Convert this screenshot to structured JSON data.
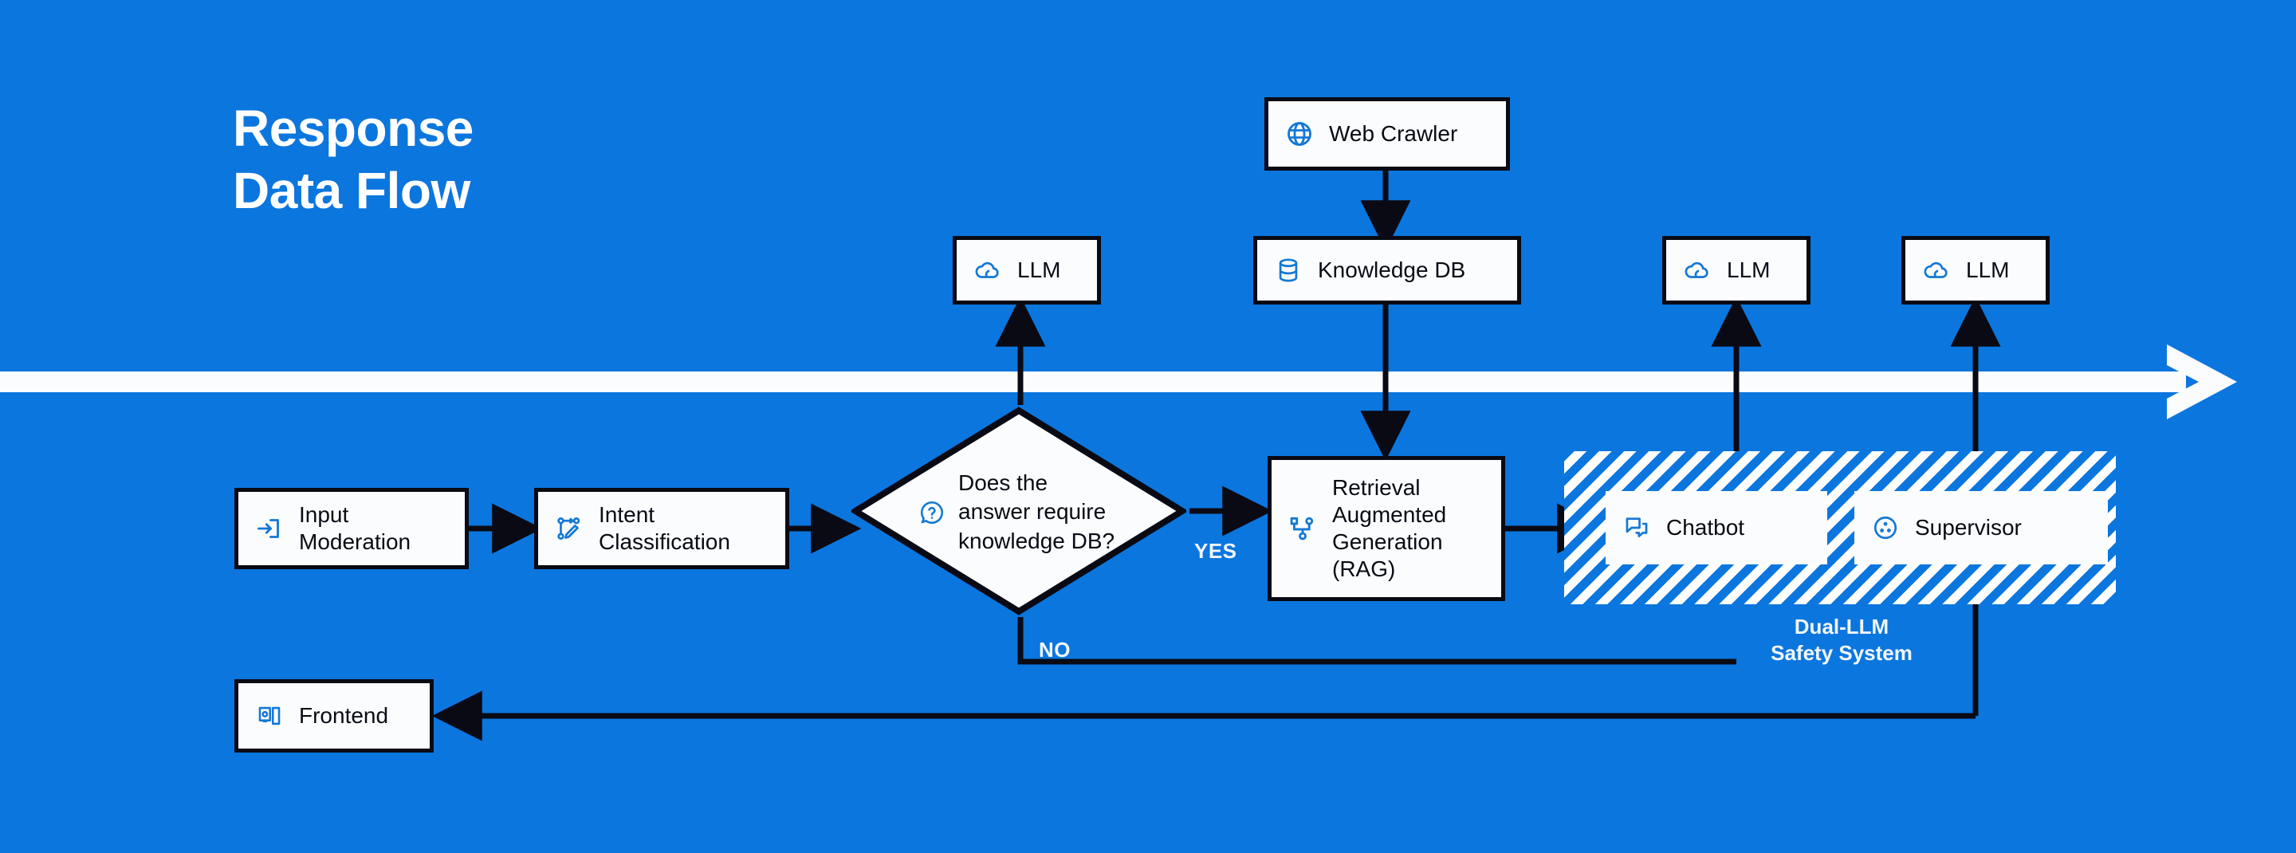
{
  "title": "Response\nData Flow",
  "theme": {
    "background_blue": "#0b76de",
    "node_fill": "#fbfcfe",
    "node_stroke": "#0a0a14",
    "icon_blue": "#1478d4",
    "label_white": "#f2f7fc"
  },
  "flow_band": {
    "name": "response-direction-arrow"
  },
  "nodes": {
    "web_crawler": {
      "label": "Web Crawler",
      "icon": "globe-icon"
    },
    "knowledge_db": {
      "label": "Knowledge DB",
      "icon": "database-icon"
    },
    "llm_left": {
      "label": "LLM",
      "icon": "cloud-icon"
    },
    "llm_chatbot": {
      "label": "LLM",
      "icon": "cloud-icon"
    },
    "llm_supervisor": {
      "label": "LLM",
      "icon": "cloud-icon"
    },
    "input_moderation": {
      "label": "Input\nModeration",
      "icon": "login-arrow-icon"
    },
    "intent_classification": {
      "label": "Intent\nClassification",
      "icon": "branch-edit-icon"
    },
    "decision": {
      "label": "Does the\nanswer require\nknowledge DB?",
      "icon": "question-bubble-icon"
    },
    "rag": {
      "label": "Retrieval\nAugmented\nGeneration\n(RAG)",
      "icon": "node-graph-icon"
    },
    "chatbot": {
      "label": "Chatbot",
      "icon": "chat-bubble-icon"
    },
    "supervisor": {
      "label": "Supervisor",
      "icon": "three-dot-circle-icon"
    },
    "frontend": {
      "label": "Frontend",
      "icon": "devices-icon"
    }
  },
  "edge_labels": {
    "yes": "YES",
    "no": "NO"
  },
  "safety_zone": {
    "caption": "Dual-LLM\nSafety System"
  }
}
